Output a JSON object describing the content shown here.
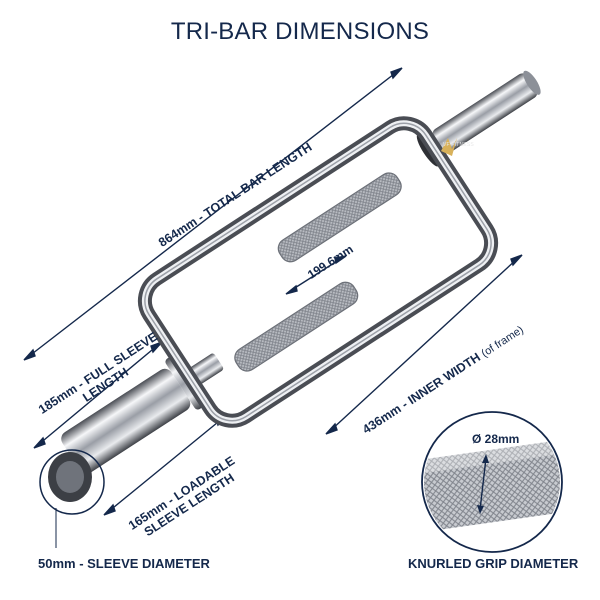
{
  "title": "TRI-BAR DIMENSIONS",
  "dimensions": {
    "total_length": "864mm - TOTAL BAR LENGTH",
    "full_sleeve_line1": "185mm - FULL SLEEVE",
    "full_sleeve_line2": "LENGTH",
    "loadable_line1": "165mm - LOADABLE",
    "loadable_line2": "SLEEVE LENGTH",
    "inner_width_main": "436mm - INNER WIDTH",
    "inner_width_note": "(of frame)",
    "grip_spacing": "199.6mm",
    "grip_diameter": "Ø 28mm"
  },
  "captions": {
    "sleeve_diameter": "50mm - SLEEVE DIAMETER",
    "knurled_grip": "KNURLED GRIP DIAMETER"
  },
  "brand": {
    "text": "VF FITNESS"
  },
  "colors": {
    "navy": "#14284b",
    "chrome_dark": "#5e6168",
    "chrome_light": "#f4f5f7"
  }
}
